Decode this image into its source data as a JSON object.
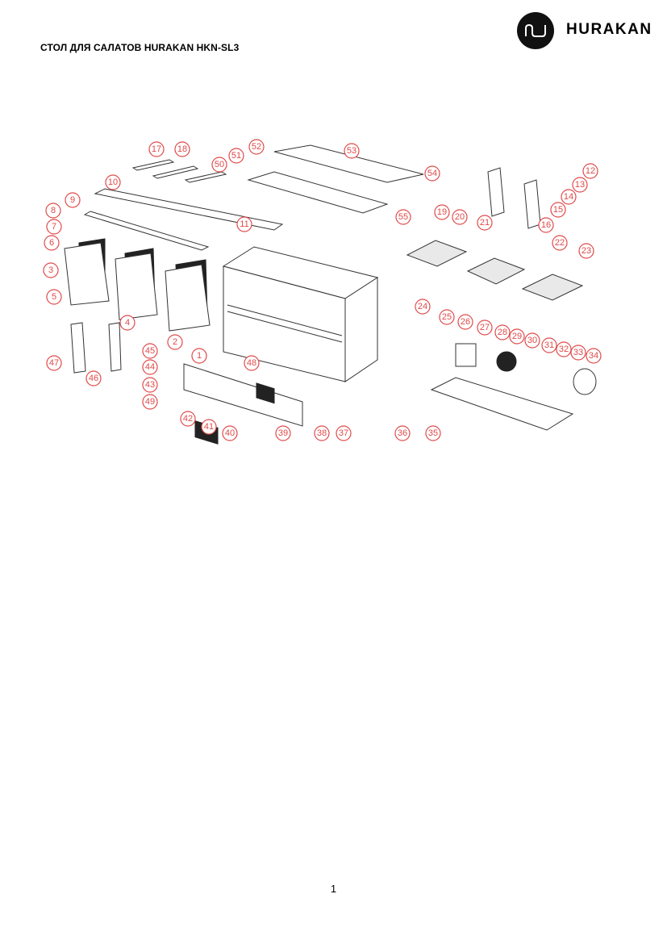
{
  "header": {
    "title": "СТОЛ ДЛЯ САЛАТОВ HURAKAN HKN-SL3",
    "brand": "HURAKAN"
  },
  "diagram": {
    "callouts": [
      "1",
      "2",
      "3",
      "4",
      "5",
      "6",
      "7",
      "8",
      "9",
      "10",
      "11",
      "12",
      "13",
      "14",
      "15",
      "16",
      "17",
      "18",
      "19",
      "20",
      "21",
      "22",
      "23",
      "24",
      "25",
      "26",
      "27",
      "28",
      "29",
      "30",
      "31",
      "32",
      "33",
      "34",
      "35",
      "36",
      "37",
      "38",
      "39",
      "40",
      "41",
      "42",
      "43",
      "44",
      "45",
      "46",
      "47",
      "48",
      "49",
      "50",
      "51",
      "52",
      "53",
      "54",
      "55"
    ]
  },
  "footer": {
    "page_number": "1"
  }
}
